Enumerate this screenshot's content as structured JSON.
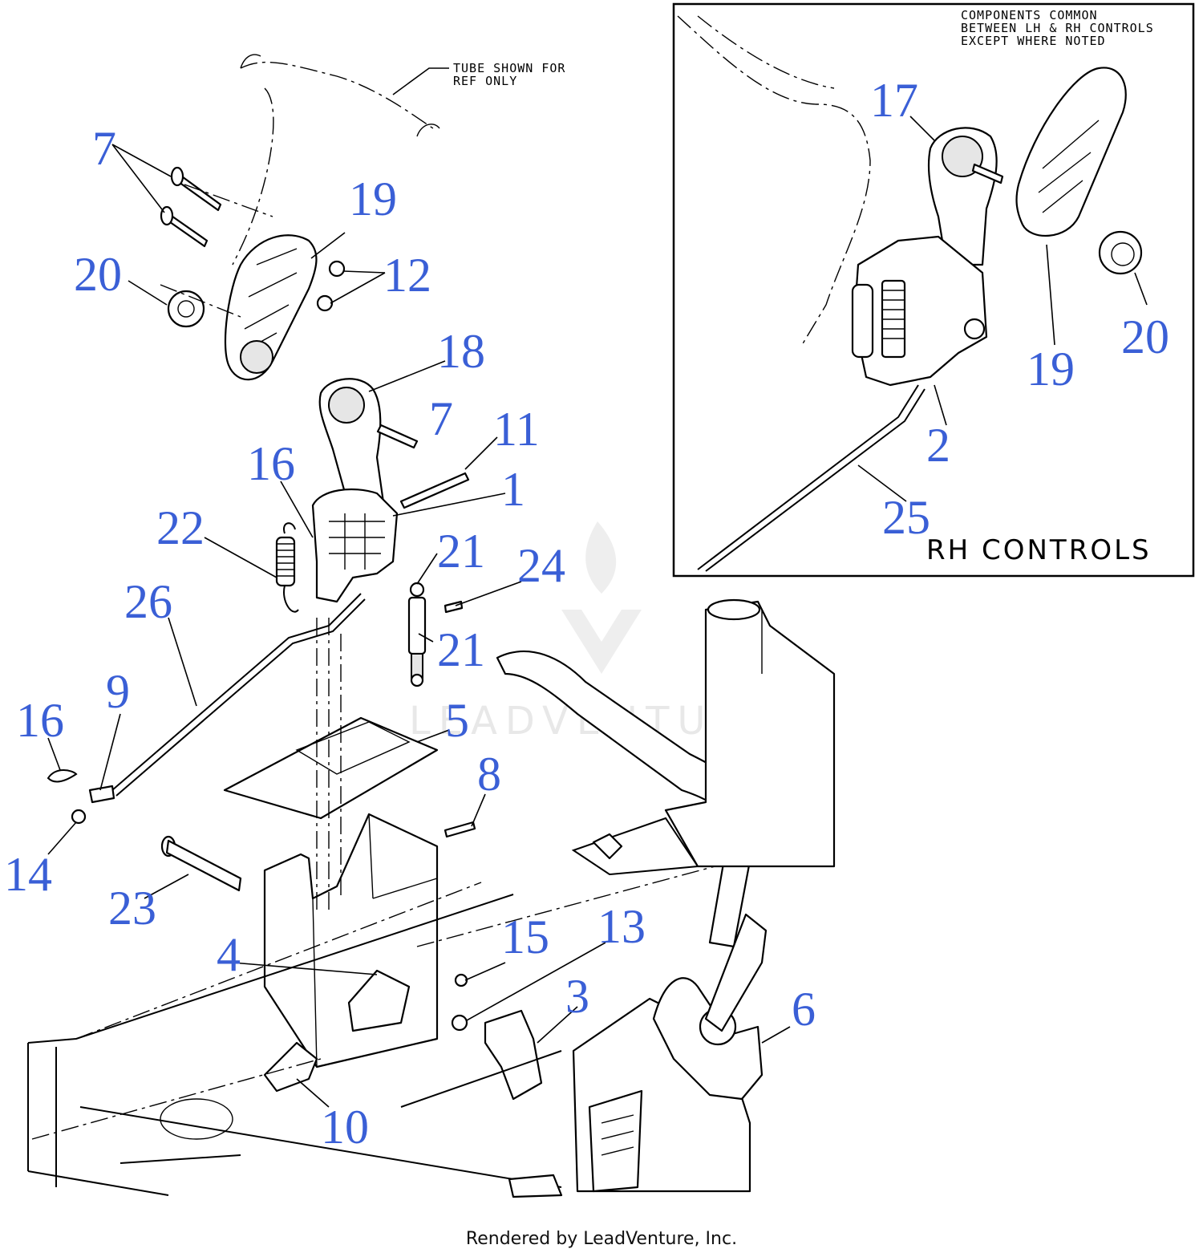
{
  "notes": {
    "tube_ref": [
      "TUBE SHOWN FOR",
      "REF ONLY"
    ],
    "components_common": [
      "COMPONENTS COMMON",
      "BETWEEN LH & RH CONTROLS",
      "EXCEPT WHERE NOTED"
    ],
    "inset_title": "RH CONTROLS"
  },
  "watermark": "LEADVENTURE",
  "footer": "Rendered by LeadVenture, Inc.",
  "callouts": {
    "c7a": "7",
    "c19a": "19",
    "c20a": "20",
    "c12": "12",
    "c18": "18",
    "c7b": "7",
    "c11": "11",
    "c16a": "16",
    "c1": "1",
    "c22": "22",
    "c21a": "21",
    "c24": "24",
    "c26": "26",
    "c21b": "21",
    "c9": "9",
    "c16b": "16",
    "c5": "5",
    "c8": "8",
    "c14": "14",
    "c23": "23",
    "c4": "4",
    "c15": "15",
    "c13": "13",
    "c3": "3",
    "c6": "6",
    "c10": "10",
    "c17": "17",
    "c19b": "19",
    "c20b": "20",
    "c2": "2",
    "c25": "25"
  },
  "colors": {
    "callout": "#3a5fd6",
    "line": "#000000",
    "watermark": "#d9d9d9"
  }
}
